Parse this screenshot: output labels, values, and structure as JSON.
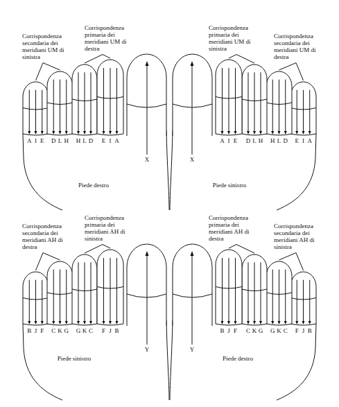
{
  "diagram": {
    "nodes": [
      {
        "text": [
          "Piede destro"
        ]
      },
      {
        "text": [
          "Piede sinistro"
        ]
      },
      {
        "text": [
          "Piede sinistro"
        ]
      },
      {
        "text": [
          "Piede destro"
        ]
      }
    ],
    "labels": [
      "Corrispondenza secondaria dei meridiani UM di sinistra",
      "Corrispondenza primaria dei meridiani UM di destra",
      "Corrispondenza primaria dei meridiani UM di sinistra",
      "Corrispondenza secondaria dei meridiani UM di destra",
      "A",
      "I",
      "E",
      "D",
      "L",
      "H",
      "H",
      "L",
      "D",
      "E",
      "I",
      "A",
      "X",
      "X",
      "A",
      "I",
      "E",
      "D",
      "L",
      "H",
      "H",
      "L",
      "D",
      "E",
      "I",
      "A",
      "Corrispondenza secondaria dei meridiani AH di destra",
      "Corrispondenza primaria dei meridiani AH di sinistra",
      "Corrispondenza primaria dei meridiani AH di destra",
      "Corrispondenza secondaria dei meridiani AH di sinistra",
      "B",
      "J",
      "F",
      "C",
      "K",
      "G",
      "G",
      "K",
      "C",
      "F",
      "J",
      "B",
      "Y",
      "Y",
      "B",
      "J",
      "F",
      "C",
      "K",
      "G",
      "G",
      "K",
      "C",
      "F",
      "J",
      "B"
    ]
  }
}
